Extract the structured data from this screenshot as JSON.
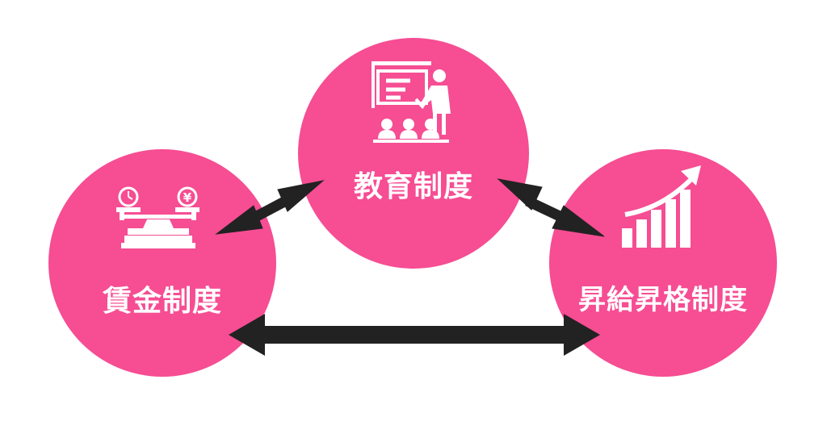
{
  "nodes": {
    "education": {
      "label": "教育制度",
      "icon": "teacher-presentation-icon"
    },
    "wage": {
      "label": "賃金制度",
      "icon": "balance-scale-clock-yen-icon"
    },
    "promotion": {
      "label": "昇給昇格制度",
      "icon": "growth-bar-chart-icon"
    }
  },
  "edges": [
    {
      "from": "education",
      "to": "wage",
      "style": "double-arrow"
    },
    {
      "from": "education",
      "to": "promotion",
      "style": "double-arrow"
    },
    {
      "from": "wage",
      "to": "promotion",
      "style": "double-arrow"
    }
  ],
  "colors": {
    "node_fill": "#f64d93",
    "arrow": "#222222",
    "icon": "#ffffff",
    "label_text": "#ffffff"
  }
}
